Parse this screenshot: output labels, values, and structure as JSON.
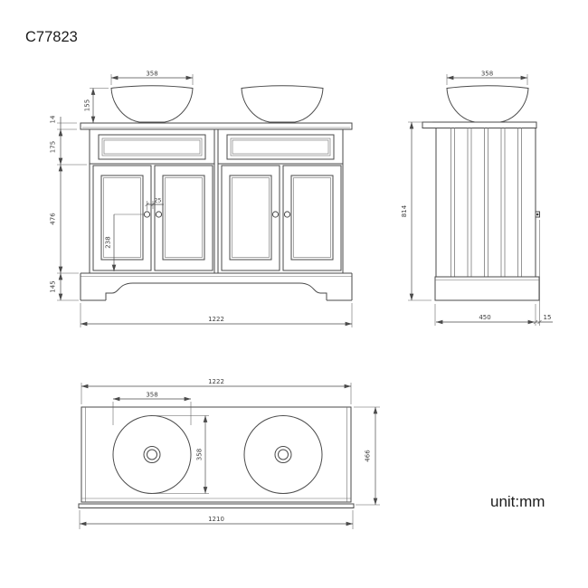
{
  "title": "C77823",
  "unit_label": "unit:mm",
  "colors": {
    "line": "#4a4a4a",
    "groove_gray": "#8a8a8a",
    "text": "#3c3c3c",
    "background": "#ffffff"
  },
  "front_view": {
    "dims": {
      "basin_width": "358",
      "basin_height": "155",
      "countertop_thickness": "14",
      "drawer_section_height": "175",
      "door_section_height": "476",
      "plinth_height": "145",
      "knob_offset": "25",
      "knob_height": "238",
      "overall_width": "1222"
    }
  },
  "side_view": {
    "dims": {
      "basin_width": "358",
      "overall_height": "814",
      "cabinet_depth": "450",
      "knob_projection": "15"
    }
  },
  "plan_view": {
    "dims": {
      "countertop_width": "1222",
      "basin_diameter_x": "358",
      "basin_diameter_y": "358",
      "countertop_depth": "466",
      "cabinet_width": "1210"
    }
  }
}
